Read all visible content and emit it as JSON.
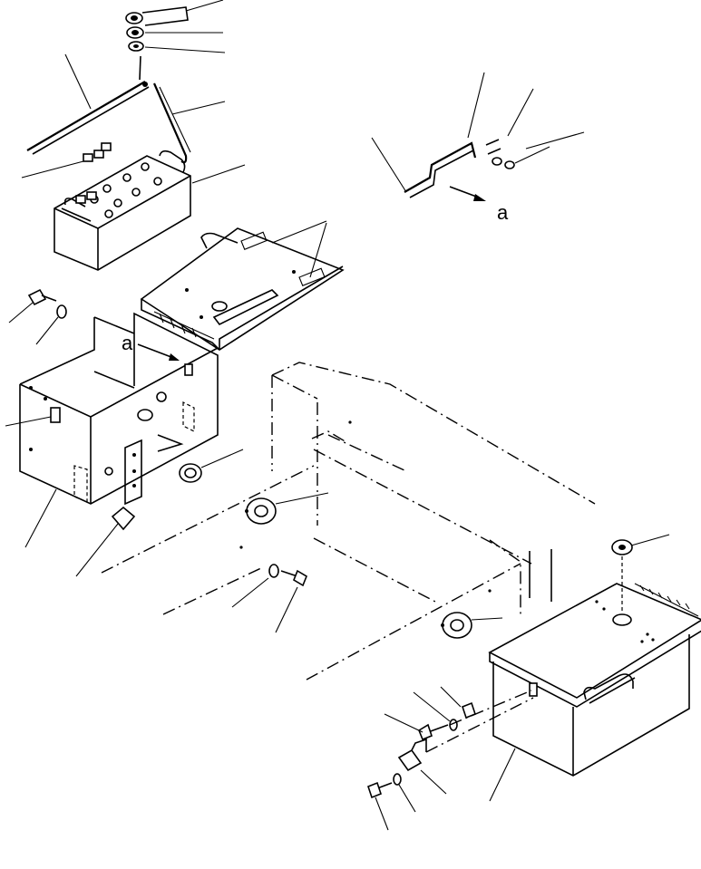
{
  "diagram": {
    "view_labels": [
      {
        "id": "detail-a-arrow-label",
        "text": "a"
      },
      {
        "id": "detail-a-box-label",
        "text": "a"
      }
    ]
  }
}
